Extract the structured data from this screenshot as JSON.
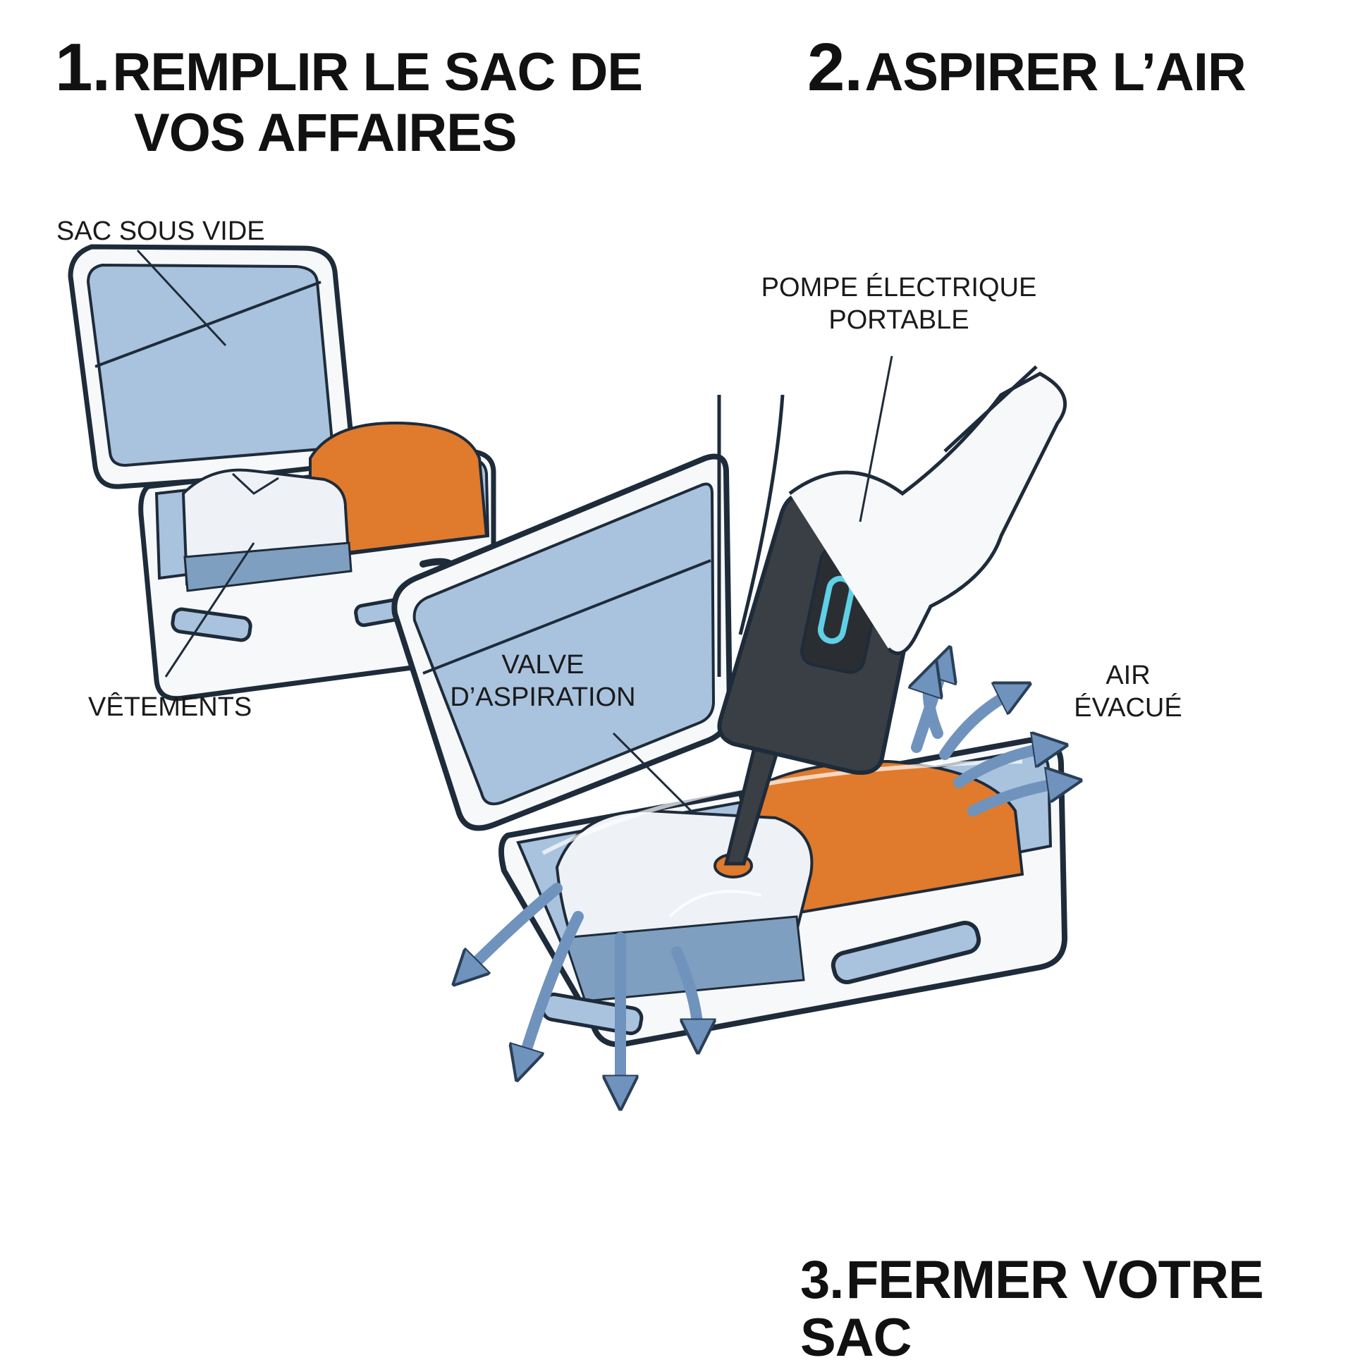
{
  "steps": [
    {
      "number": "1.",
      "line1": "REMPLIR LE SAC DE",
      "line2": "VOS AFFAIRES"
    },
    {
      "number": "2.",
      "line1": "ASPIRER L’AIR"
    },
    {
      "number": "3.",
      "line1": "FERMER VOTRE SAC"
    }
  ],
  "labels": {
    "vacuum_bag": "SAC SOUS VIDE",
    "clothes": "VÊTEMENTS",
    "pump_line1": "POMPE ÉLECTRIQUE",
    "pump_line2": "PORTABLE",
    "valve_line1": "VALVE",
    "valve_line2": "D’ASPIRATION",
    "air_line1": "AIR",
    "air_line2": "ÉVACUÉ"
  },
  "colors": {
    "suitcase_shell": "#f7f8fa",
    "suitcase_lining": "#a9c3de",
    "outline": "#1e2b3a",
    "orange_clothes": "#e07a2c",
    "white_shirt": "#eef2f7",
    "blue_clothes": "#7f9fc0",
    "pump_body": "#3a3f45",
    "pump_light": "#5fd0e6",
    "air_arrow": "#6f93bd"
  },
  "icons": [
    "suitcase-open-icon",
    "suitcase-open-icon",
    "electric-pump-icon",
    "hand-icon",
    "air-arrow-icon"
  ]
}
